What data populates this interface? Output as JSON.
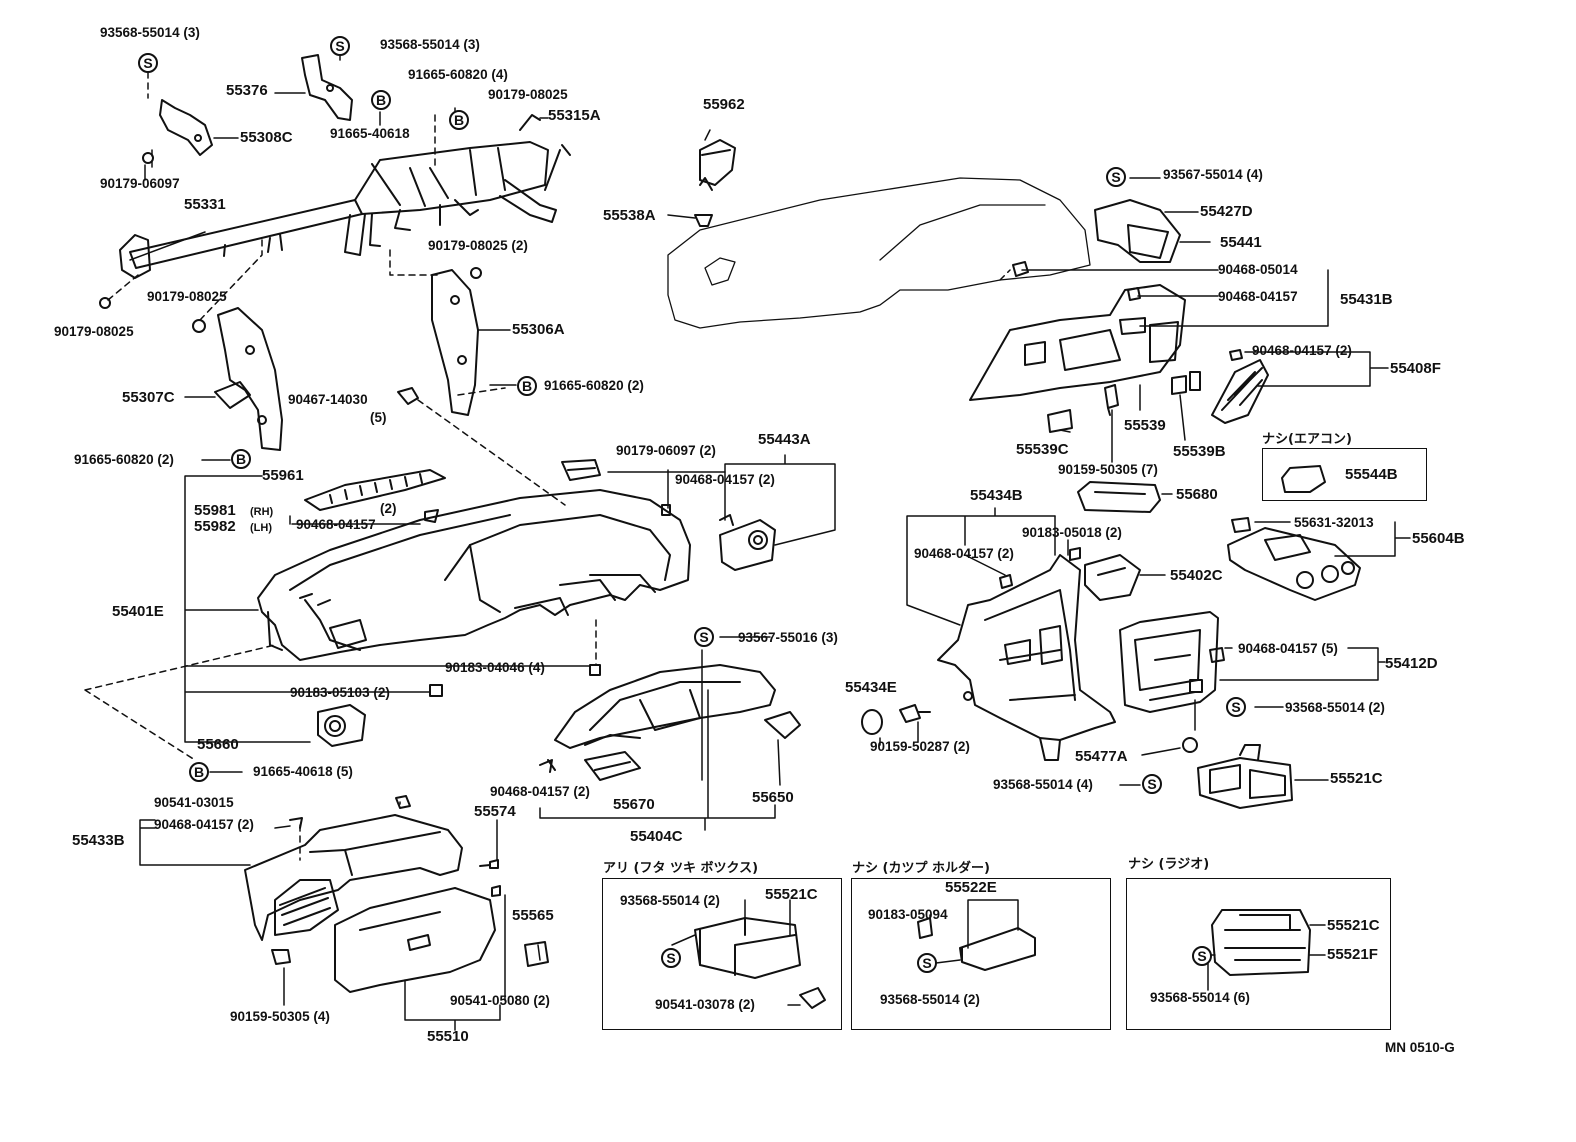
{
  "diagram": {
    "code": "MN 0510-G",
    "marker_s": "S",
    "marker_b": "B",
    "labels": {
      "p93568_55014_3a": "93568-55014 (3)",
      "p93568_55014_3b": "93568-55014 (3)",
      "p91665_60820_4": "91665-60820 (4)",
      "p90179_08025a": "90179-08025",
      "p55315A": "55315A",
      "p55376": "55376",
      "p91665_40618": "91665-40618",
      "p55308C": "55308C",
      "p90179_06097": "90179-06097",
      "p55331": "55331",
      "p90179_08025_2": "90179-08025 (2)",
      "p90179_08025b": "90179-08025",
      "p90179_08025c": "90179-08025",
      "p55306A": "55306A",
      "p55307C": "55307C",
      "p90467_14030": "90467-14030",
      "p90467_qty": "(5)",
      "p91665_60820_2a": "91665-60820 (2)",
      "p91665_60820_2b": "91665-60820 (2)",
      "p55962": "55962",
      "p55538A": "55538A",
      "p93567_55014_4": "93567-55014 (4)",
      "p55427D": "55427D",
      "p55441": "55441",
      "p90468_05014": "90468-05014",
      "p90468_04157_a": "90468-04157",
      "p55431B": "55431B",
      "p90468_04157_2a": "90468-04157 (2)",
      "p55408F": "55408F",
      "p55539": "55539",
      "p55539C": "55539C",
      "p55539B": "55539B",
      "p90159_50305_7": "90159-50305 (7)",
      "p_nashi_aircon": "ナシ(エアコン)",
      "p55544B": "55544B",
      "p55961": "55961",
      "p90179_06097_2": "90179-06097 (2)",
      "p55443A": "55443A",
      "p90468_04157_2b": "90468-04157 (2)",
      "p55981": "55981",
      "p55981_side": "(RH)",
      "p55982": "55982",
      "p55982_side": "(LH)",
      "p90468_04157_b": "90468-04157",
      "p_qty2": "(2)",
      "p55401E": "55401E",
      "p90183_04046_4": "90183-04046 (4)",
      "p90183_05103_2": "90183-05103 (2)",
      "p55660": "55660",
      "p91665_40618_5": "91665-40618 (5)",
      "p93567_55016_3": "93567-55016 (3)",
      "p55680": "55680",
      "p55434B": "55434B",
      "p90183_05018_2": "90183-05018 (2)",
      "p90468_04157_2c": "90468-04157 (2)",
      "p55402C": "55402C",
      "p55631_32013": "55631-32013",
      "p55604B": "55604B",
      "p90468_04157_5": "90468-04157 (5)",
      "p55412D": "55412D",
      "p93568_55014_2a": "93568-55014 (2)",
      "p55434E": "55434E",
      "p90159_50287_2": "90159-50287 (2)",
      "p55477A": "55477A",
      "p93568_55014_4": "93568-55014 (4)",
      "p55521C_a": "55521C",
      "p90468_04157_2d": "90468-04157 (2)",
      "p55670": "55670",
      "p55650": "55650",
      "p55404C": "55404C",
      "p90541_03015": "90541-03015",
      "p55574": "55574",
      "p55433B": "55433B",
      "p90468_04157_2e": "90468-04157 (2)",
      "p55565": "55565",
      "p90541_05080_2": "90541-05080 (2)",
      "p90159_50305_4": "90159-50305 (4)",
      "p55510": "55510",
      "p_ari_box": "アリ (フタ ツキ ボツクス)",
      "p93568_55014_2b": "93568-55014 (2)",
      "p55521C_b": "55521C",
      "p90541_03078_2": "90541-03078 (2)",
      "p_nashi_cup": "ナシ (カツプ ホルダー)",
      "p55522E": "55522E",
      "p90183_05094": "90183-05094",
      "p93568_55014_2c": "93568-55014 (2)",
      "p_nashi_radio": "ナシ (ラジオ)",
      "p55521C_c": "55521C",
      "p55521F": "55521F",
      "p93568_55014_6": "93568-55014 (6)"
    }
  }
}
